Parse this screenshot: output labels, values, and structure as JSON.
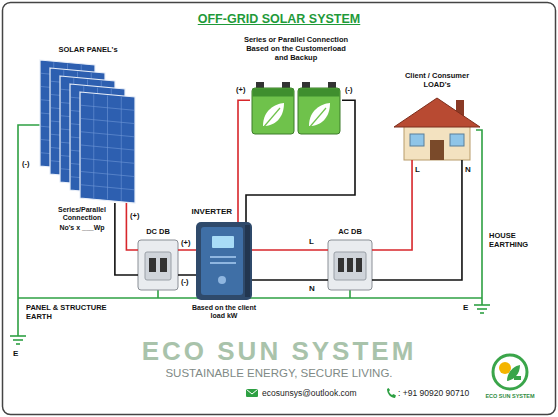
{
  "diagram": {
    "title": "OFF-GRID SOLAR SYSTEM",
    "nodes": [
      {
        "text": [
          "SOLAR PANEL's"
        ]
      },
      {
        "text": [
          "Series or Parallel Connection Based on the Customerload and Backup"
        ]
      },
      {
        "text": [
          "Client / Consumer LOAD's"
        ]
      },
      {
        "text": [
          "DC DB"
        ]
      },
      {
        "text": [
          "INVERTER",
          "Based on the client load kW"
        ]
      },
      {
        "text": [
          "AC DB"
        ]
      }
    ],
    "edges": [
      {
        "from": 0,
        "to": 3,
        "arrow": "none"
      },
      {
        "from": 0,
        "to": 3,
        "arrow": "none"
      },
      {
        "from": 3,
        "to": 4,
        "arrow": "none"
      },
      {
        "from": 3,
        "to": 4,
        "arrow": "none"
      },
      {
        "from": 4,
        "to": 1,
        "arrow": "none"
      },
      {
        "from": 4,
        "to": 1,
        "arrow": "none"
      },
      {
        "from": 4,
        "to": 5,
        "arrow": "none"
      },
      {
        "from": 4,
        "to": 5,
        "arrow": "none"
      },
      {
        "from": 5,
        "to": 2,
        "arrow": "none"
      },
      {
        "from": 5,
        "to": 2,
        "arrow": "none"
      }
    ],
    "labels": [
      "(-)",
      "Series/Parallel Connection",
      "No's x ___Wp",
      "(+)",
      "(+)",
      "(-)",
      "L",
      "N",
      "(+)",
      "(-)",
      "L",
      "N",
      "HOUSE EARTHING",
      "E",
      "PANEL & STRUCTURE EARTH",
      "E",
      "ECO SUN SYSTEM",
      "SUSTAINABLE ENERGY, SECURE LIVING.",
      "ecosunsys@outlook.com",
      ": +91 90920 90710",
      "ECO SUN SYSTEM"
    ]
  }
}
